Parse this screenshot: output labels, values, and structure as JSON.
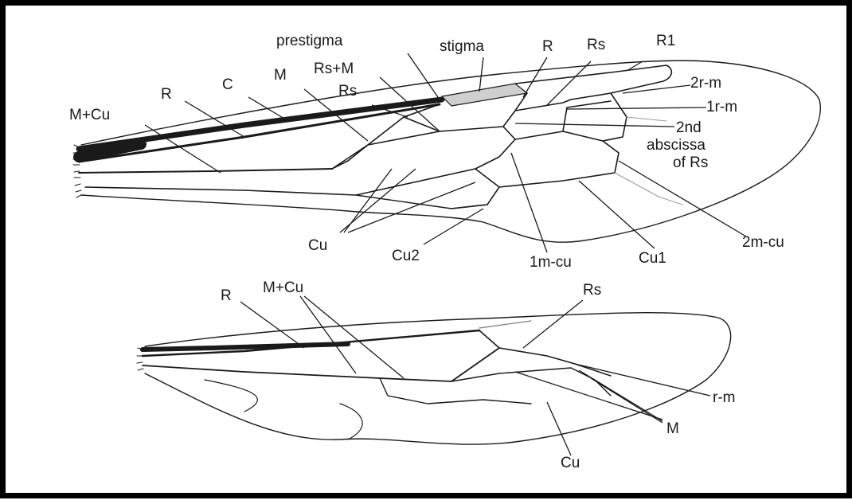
{
  "diagram": {
    "forewing_labels": {
      "prestigma": "prestigma",
      "stigma": "stigma",
      "r": "R",
      "rs_top": "Rs",
      "r1": "R1",
      "rs_plus_m": "Rs+M",
      "m": "M",
      "rs_mid": "Rs",
      "c": "C",
      "m_plus_cu": "M+Cu",
      "two_r_m": "2r-m",
      "one_r_m": "1r-m",
      "second_abscissa": "2nd",
      "abscissa_word": "abscissa",
      "of_rs": "of  Rs",
      "cu": "Cu",
      "cu2": "Cu2",
      "one_m_cu": "1m-cu",
      "cu1": "Cu1",
      "two_m_cu": "2m-cu"
    },
    "hindwing_labels": {
      "r": "R",
      "m_plus_cu": "M+Cu",
      "rs": "Rs",
      "r_m": "r-m",
      "m": "M",
      "cu": "Cu"
    },
    "colors": {
      "ink": "#1a1a1a",
      "frame": "#000000",
      "background": "#ffffff"
    }
  }
}
